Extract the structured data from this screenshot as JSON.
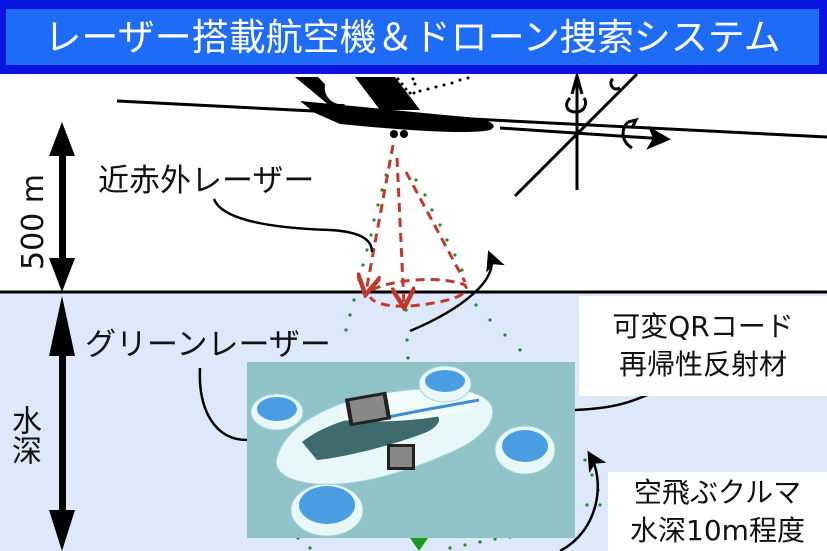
{
  "header": {
    "title": "レーザー搭載航空機＆ドローン捜索システム"
  },
  "labels": {
    "near_infrared_laser": "近赤外レーザー",
    "green_laser": "グリーンレーザー",
    "altitude": "500 m",
    "water_depth": "水深"
  },
  "callouts": {
    "qr": {
      "line1": "可変QRコード",
      "line2": "再帰性反射材"
    },
    "flying_car": {
      "line1": "空飛ぶクルマ",
      "line2": "水深10m程度"
    }
  },
  "colors": {
    "header_border": "#0a14e0",
    "header_fill": "#1e6cf5",
    "water": "#dde8fb",
    "nir_laser": "#c0392b",
    "green_laser": "#1e8c2a",
    "photo_bg": "#8fc3c8"
  }
}
